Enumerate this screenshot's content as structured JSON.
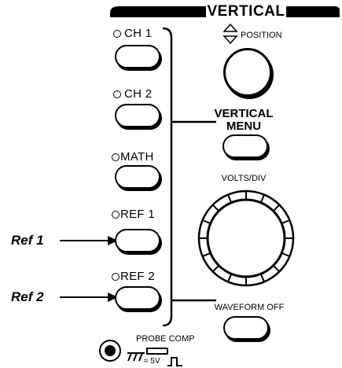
{
  "section_title": "VERTICAL",
  "channels": [
    {
      "label": "CH 1"
    },
    {
      "label": "CH 2"
    },
    {
      "label": "MATH"
    },
    {
      "label": "REF 1"
    },
    {
      "label": "REF 2"
    }
  ],
  "position_label": "POSITION",
  "vertical_menu_label": [
    "VERTICAL",
    "MENU"
  ],
  "volts_div_label": "VOLTS/DIV",
  "waveform_off_label": "WAVEFORM OFF",
  "probe_comp": {
    "label": "PROBE COMP",
    "voltage": "≈ 5V"
  },
  "callouts": [
    "Ref 1",
    "Ref 2"
  ]
}
